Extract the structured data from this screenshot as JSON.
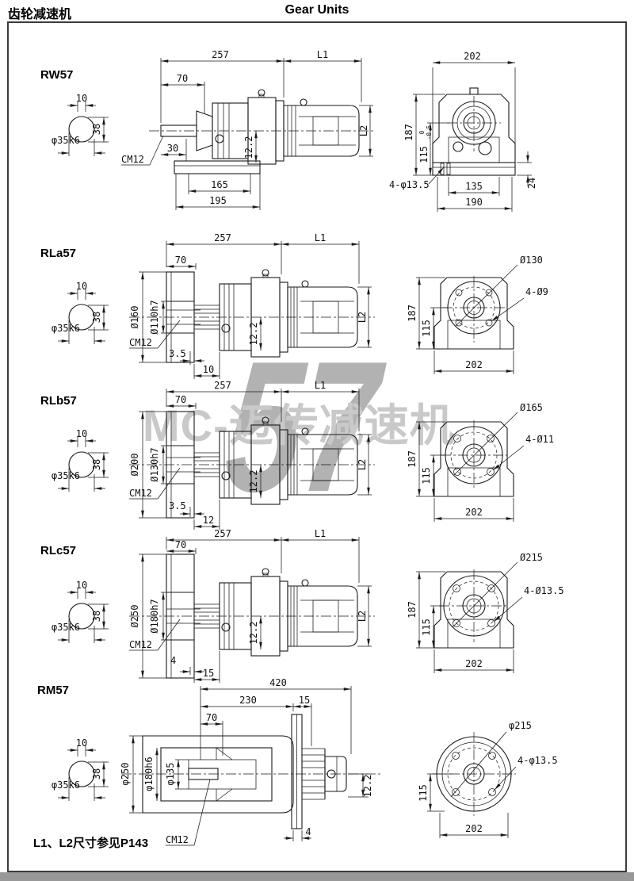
{
  "header": {
    "title_cn": "齿轮减速机",
    "title_en": "Gear Units"
  },
  "watermark": {
    "brand": "MC-迈传减速机",
    "number": "57"
  },
  "footer": {
    "note": "L1、L2尺寸参见P143"
  },
  "shaft_section": {
    "key_width": "10",
    "key_depth": "38",
    "diameter": "φ35k6"
  },
  "models": {
    "rw57": {
      "name": "RW57",
      "side": {
        "len": "257",
        "l1": "L1",
        "front": "70",
        "tip": "30",
        "cm": "CM12",
        "off": "12.2",
        "base_in": "165",
        "base_out": "195",
        "l2": "L2"
      },
      "end": {
        "w": "202",
        "h": "187",
        "ch": "115",
        "tol_hi": "0",
        "tol_lo": "-0.5",
        "holes": "4-φ13.5",
        "feet_in": "135",
        "feet_out": "190",
        "foot_h": "24"
      }
    },
    "rla57": {
      "name": "RLa57",
      "side": {
        "len": "257",
        "l1": "L1",
        "front": "70",
        "flange": "Ø160",
        "bore": "Ø110h7",
        "cm": "CM12",
        "gap": "3.5",
        "stub": "10",
        "off": "12.2",
        "l2": "L2"
      },
      "end": {
        "flange": "Ø130",
        "holes": "4-Ø9",
        "h": "187",
        "ch": "115",
        "w": "202"
      }
    },
    "rlb57": {
      "name": "RLb57",
      "side": {
        "len": "257",
        "l1": "L1",
        "front": "70",
        "flange": "Ø200",
        "bore": "Ø130h7",
        "cm": "CM12",
        "gap": "3.5",
        "stub": "12",
        "off": "12.2",
        "l2": "L2"
      },
      "end": {
        "flange": "Ø165",
        "holes": "4-Ø11",
        "h": "187",
        "ch": "115",
        "w": "202"
      }
    },
    "rlc57": {
      "name": "RLc57",
      "side": {
        "len": "257",
        "l1": "L1",
        "front": "70",
        "flange": "Ø250",
        "bore": "Ø180h7",
        "cm": "CM12",
        "gap": "4",
        "stub": "15",
        "off": "12.2",
        "l2": "L2"
      },
      "end": {
        "flange": "Ø215",
        "holes": "4-Ø13.5",
        "h": "187",
        "ch": "115",
        "w": "202"
      }
    },
    "rm57": {
      "name": "RM57",
      "side": {
        "total": "420",
        "body": "230",
        "mid": "15",
        "front": "70",
        "dia_outer": "φ250",
        "dia_mid": "φ180h6",
        "dia_inner": "φ135",
        "cm": "CM12",
        "small": "4",
        "off": "12.2"
      },
      "end": {
        "flange": "φ215",
        "holes": "4-φ13.5",
        "ch": "115",
        "w": "202"
      }
    }
  }
}
